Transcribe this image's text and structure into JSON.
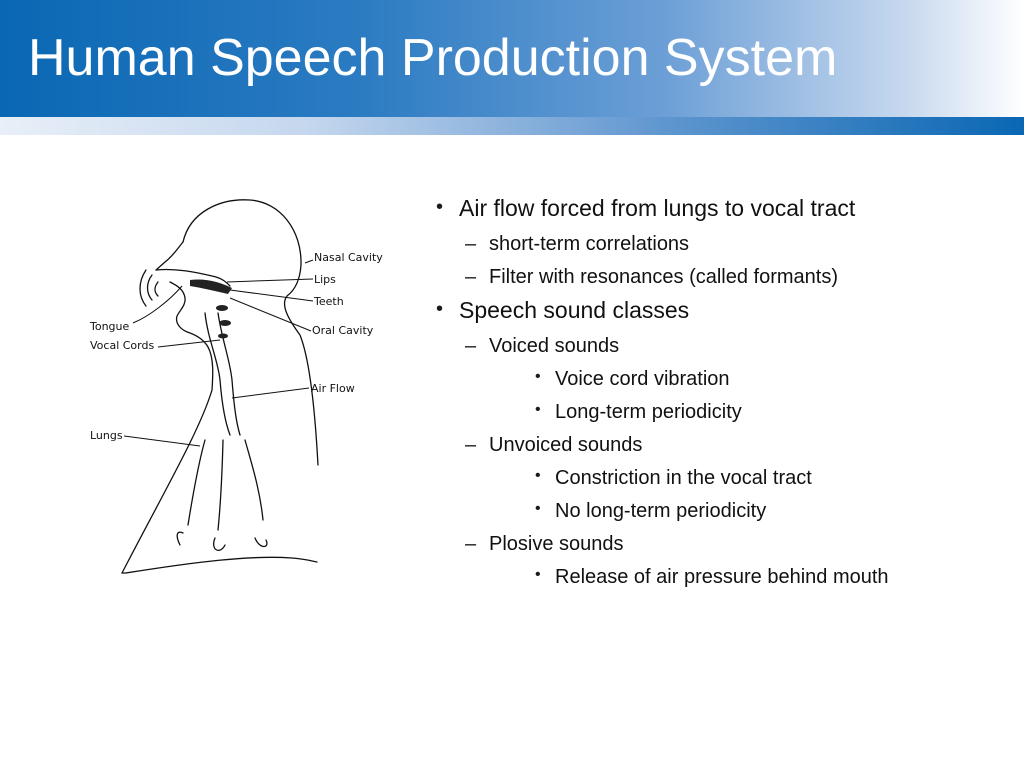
{
  "slide": {
    "title": "Human Speech Production System"
  },
  "diagram": {
    "labels": {
      "nasal_cavity": "Nasal Cavity",
      "lips": "Lips",
      "teeth": "Teeth",
      "oral_cavity": "Oral Cavity",
      "tongue": "Tongue",
      "vocal_cords": "Vocal Cords",
      "air_flow": "Air Flow",
      "lungs": "Lungs"
    }
  },
  "content": {
    "bullet_mark": "•",
    "dash_mark": "–",
    "sub_mark": "•",
    "items": [
      {
        "text": "Air flow forced from lungs to vocal tract",
        "sub": [
          "short-term correlations",
          "Filter with resonances (called formants)"
        ]
      },
      {
        "text": "Speech sound classes",
        "groups": [
          {
            "label": "Voiced sounds",
            "sub": [
              "Voice cord vibration",
              "Long-term periodicity"
            ]
          },
          {
            "label": "Unvoiced sounds",
            "sub": [
              "Constriction in the vocal tract",
              "No long-term periodicity"
            ]
          },
          {
            "label": "Plosive sounds",
            "sub": [
              "Release of air pressure behind mouth"
            ]
          }
        ]
      }
    ]
  },
  "colors": {
    "title_bar": "#0a67b3",
    "title_text": "#ffffff",
    "body_text": "#111111"
  }
}
